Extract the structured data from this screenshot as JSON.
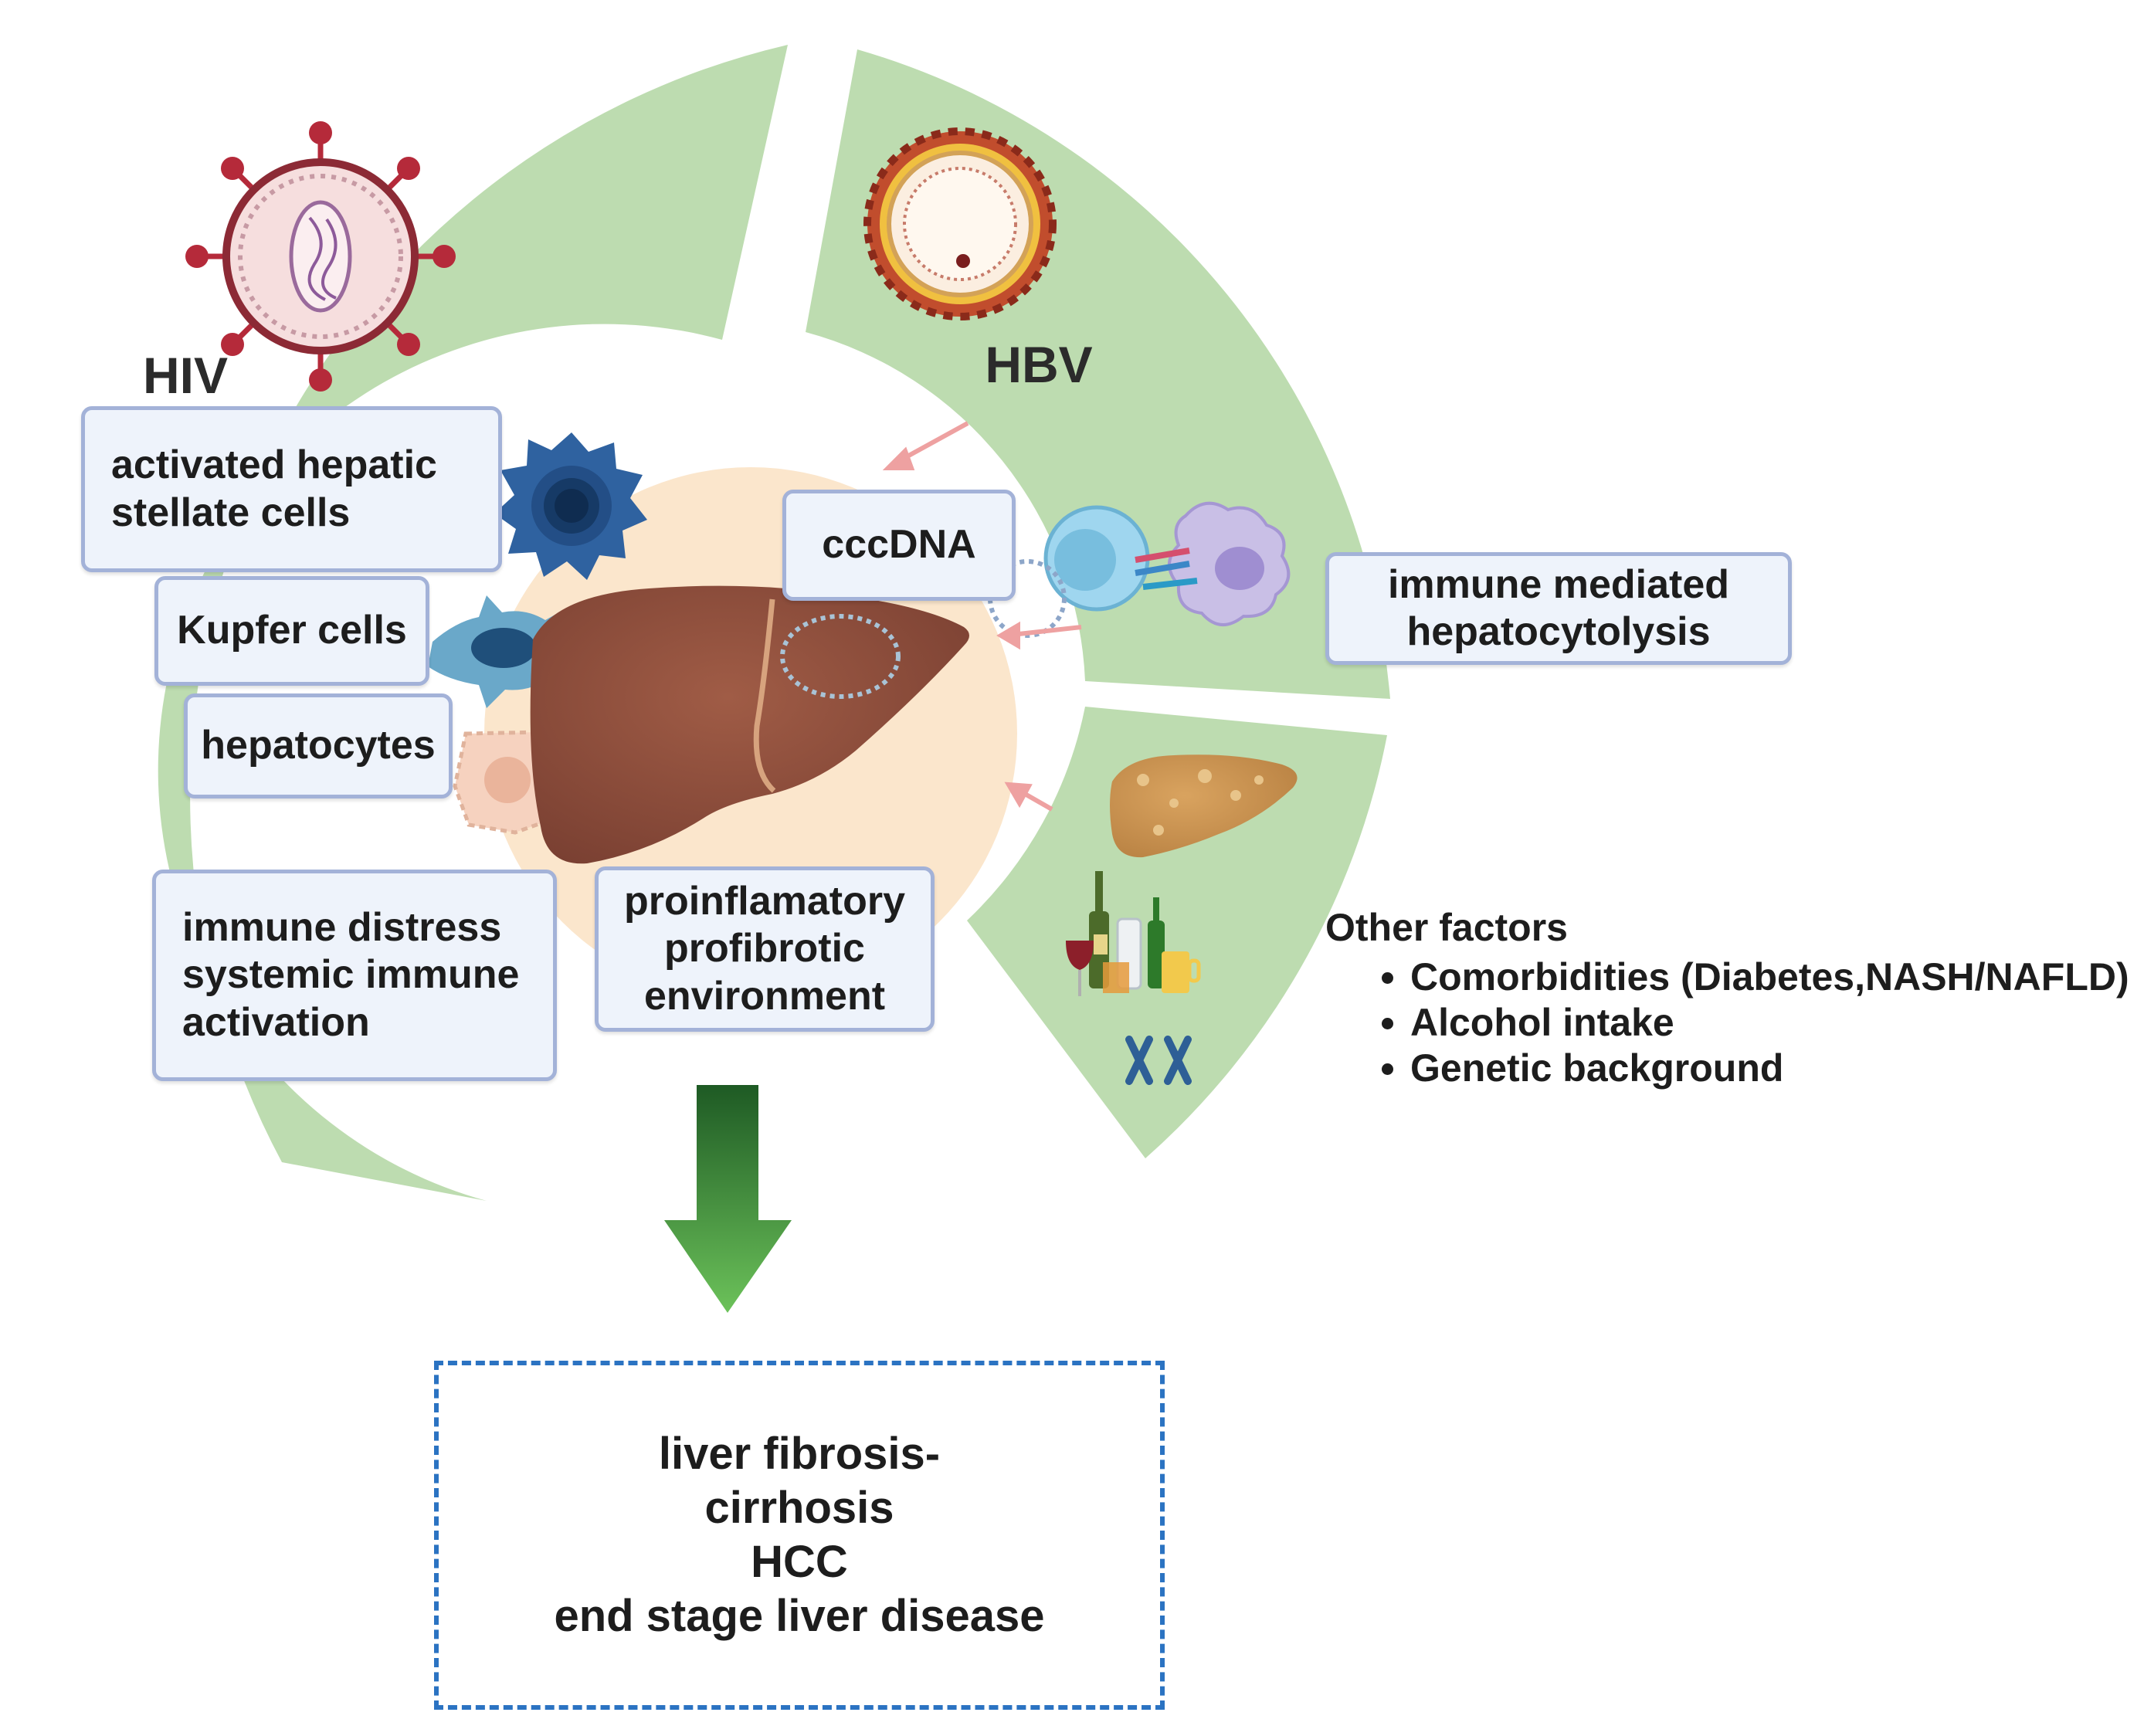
{
  "segments": {
    "hiv": {
      "title": "HIV"
    },
    "hbv": {
      "title": "HBV"
    }
  },
  "hiv_boxes": {
    "stellate": "activated hepatic\nstellate cells",
    "kupfer": "Kupfer cells",
    "hepatocytes": "hepatocytes",
    "immune_distress": "immune distress\nsystemic immune\nactivation"
  },
  "center_box": "proinflamatory\nprofibrotic\nenvironment",
  "hbv_boxes": {
    "cccdna": "cccDNA",
    "hepatocytolysis": "immune mediated\nhepatocytolysis"
  },
  "other_factors": {
    "title": "Other factors",
    "items": [
      "Comorbidities  (Diabetes,NASH/NAFLD)",
      "Alcohol intake",
      "Genetic background"
    ]
  },
  "outcome": {
    "lines": [
      "liver fibrosis-",
      "cirrhosis",
      "HCC",
      "end stage liver disease"
    ]
  },
  "colors": {
    "ring": "#bddcb0",
    "center_disc": "#fbe6cc",
    "liver": "#8e4f3c",
    "arrow_top": "#1e5a24",
    "arrow_bottom": "#6cc25a",
    "box_fill": "#eef3fb",
    "box_border": "#a3b2d8",
    "dashed_border": "#2b73c2"
  }
}
